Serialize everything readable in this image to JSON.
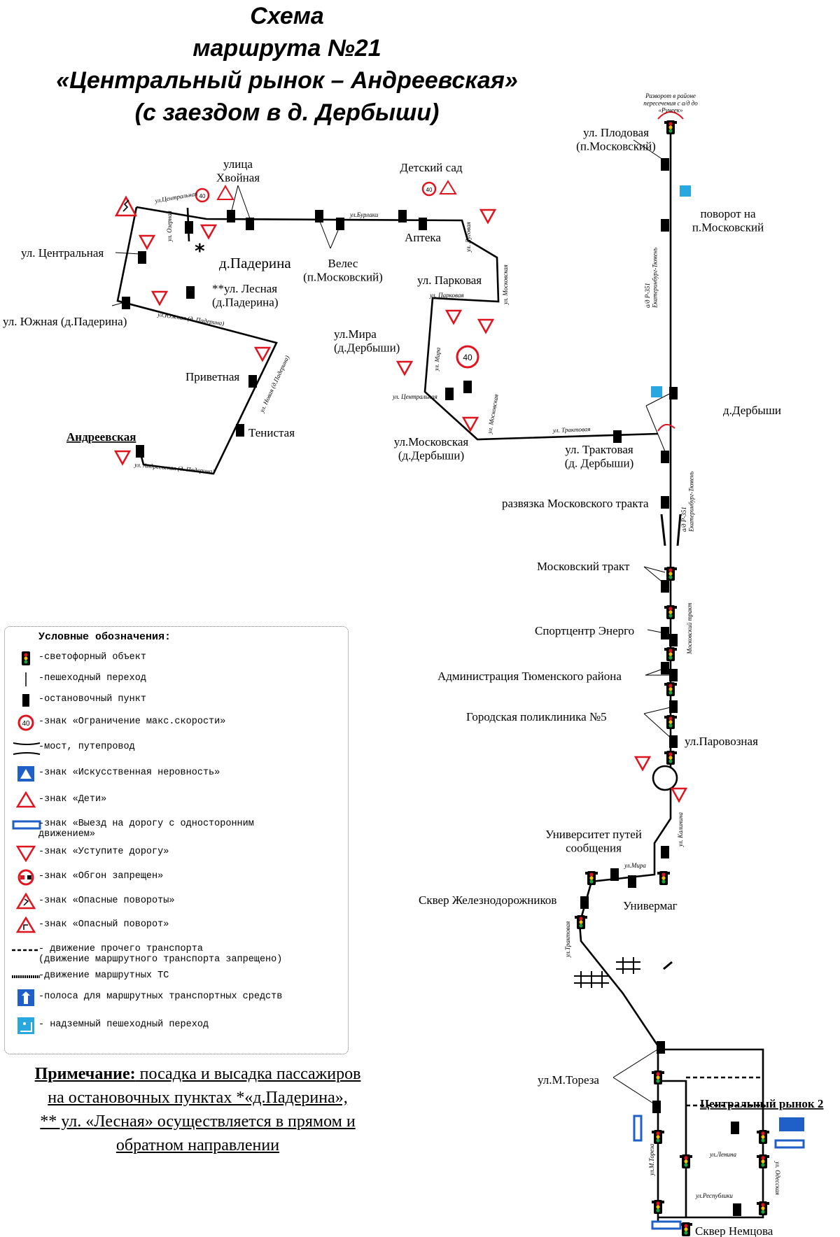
{
  "title": {
    "line1": "Схема",
    "line2": "маршрута №21",
    "line3": "«Центральный рынок – Андреевская»",
    "line4": "(с заездом в д. Дербыши)"
  },
  "stops": {
    "ulitsa_hvoynaya": "улица\nХвойная",
    "detsky_sad": "Детский сад",
    "apteka": "Аптека",
    "veles": "Велес\n(п.Московский)",
    "paderina": "д.Падерина",
    "tsentralnaya": "ул. Центральная",
    "lesnaya": "**ул. Лесная\n(д.Падерина)",
    "yuzhnaya": "ул. Южная (д.Падерина)",
    "parkovaya": "ул. Парковая",
    "mira_derbyshi": "ул.Мира\n(д.Дербыши)",
    "privetnaya": "Приветная",
    "tenistaya": "Тенистая",
    "andreevskaya": "Андреевская",
    "moskovskaya_derbyshi": "ул.Московская\n(д.Дербыши)",
    "traktovaya_derbyshi": "ул. Трактовая\n(д. Дербыши)",
    "plodovaya": "ул. Плодовая\n(п.Московский)",
    "povorot": "поворот на\nп.Московский",
    "derbyshi": "д.Дербыши",
    "razvyazka": "развязка Московского тракта",
    "mosk_trakt": "Московский тракт",
    "sportcentr": "Спортцентр Энерго",
    "administratsiya": "Администрация Тюменского района",
    "poliklinika": "Городская поликлиника №5",
    "parovoznaya": "ул.Паровозная",
    "universitet": "Университет путей\nсообщения",
    "skver_zhd": "Сквер Железнодорожников",
    "univermag": "Универмаг",
    "toreza": "ул.М.Тореза",
    "tsentr_rynok": "Центральный рынок 2",
    "skver_nemtsova": "Сквер Немцова"
  },
  "streets": {
    "tsentralnaya_pad": "ул.Центральная",
    "ozernaya": "ул. Озерная",
    "burlaki": "ул.Бурлаки",
    "lugovaya": "ул. Луговая",
    "yuzhnaya_pad": "ул.Южная (д. Падерина)",
    "parkovaya_st": "ул. Парковая",
    "moskovskaya1": "ул. Московская",
    "mira_st": "ул. Мира",
    "tsentralnaya_der": "ул. Центральная",
    "moskovskaya2": "ул. Московская",
    "traktovaya_st": "ул. Трактовая",
    "novaya_pad": "ул. Новая (д.Падерина)",
    "andreevskaya_st": "ул. Андреевская (д. Падерина)",
    "ad_r351_1": "а/д Р-351\nЕкатеринбург-Тюмень",
    "ad_r351_2": "а/д Р-351\nЕкатеринбург-Тюмень",
    "mosk_trakt_st": "Московский тракт",
    "kalinina": "ул. Калинина",
    "mira_city": "ул.Мира",
    "traktovaya_city": "ул.Трактовая",
    "toreza_st": "ул.М.Тореза",
    "lenina": "ул.Ленина",
    "respubliki": "ул.Республики",
    "odesskaya": "ул. Одесская"
  },
  "u_turn_note": "Разворот в районе\nпересечения с а/д до\n«Ручеек»",
  "speed_limit": "40",
  "legend": {
    "title": "Условные обозначения:",
    "items": [
      "-светофорный объект",
      "-пешеходный переход",
      "-остановочный пункт",
      "-знак «Ограничение макс.скорости»",
      "-мост, путепровод",
      "-знак «Искусственная неровность»",
      "-знак «Дети»",
      "-знак «Выезд на дорогу с односторонним\nдвижением»",
      "-знак «Уступите дорогу»",
      "-знак «Обгон запрещен»",
      "-знак «Опасные повороты»",
      "-знак «Опасный поворот»",
      "- движение прочего транспорта\n(движение маршрутного транспорта запрещено)",
      "-движение маршрутных ТС",
      "-полоса для маршрутных транспортных средств",
      "- надземный пешеходный переход"
    ]
  },
  "note": {
    "label": "Примечание:",
    "text1": " посадка и высадка пассажиров",
    "text2": "на остановочных пунктах *«д.Падерина»,",
    "text3": "** ул. «Лесная» осуществляется в прямом и",
    "text4": "обратном направлении"
  },
  "colors": {
    "sign_red": "#e0141e",
    "sign_blue": "#1f5fc8",
    "road": "#000000"
  }
}
